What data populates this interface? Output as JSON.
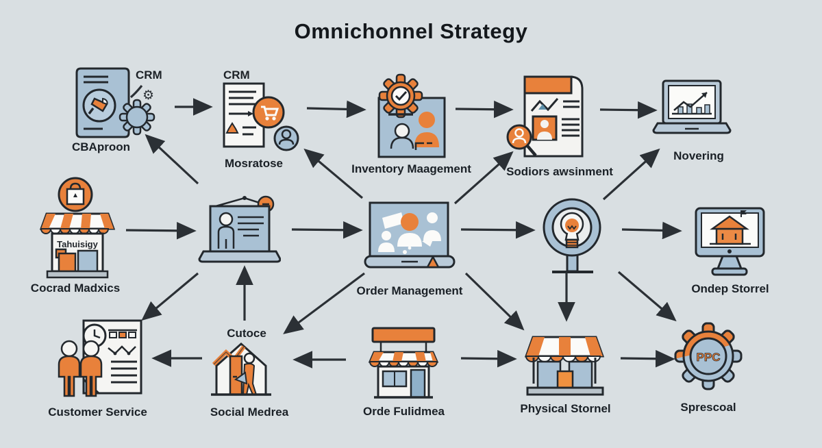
{
  "title": "Omnichonnel Strategy",
  "colors": {
    "background": "#d9dfe2",
    "orange": "#e8813b",
    "steel": "#a9c1d4",
    "outline": "#23282d",
    "text": "#1a2026"
  },
  "icons": {
    "gear_glyph": "⚙"
  },
  "nodes": {
    "crm_doc": {
      "label": "CBAproon",
      "tag": "CRM"
    },
    "crm_cart": {
      "label": "Mosratose",
      "tag": "CRM"
    },
    "inventory": {
      "label": "Inventory Maagement"
    },
    "assessment": {
      "label": "Sodiors awsinment"
    },
    "analytics": {
      "label": "Novering"
    },
    "store_left": {
      "label": "Cocrad Madxics",
      "sign": "Tahuisigy"
    },
    "presentation": {
      "label": "Cutoce"
    },
    "order": {
      "label": "Order Management"
    },
    "online_store": {
      "label": "Ondep Storrel"
    },
    "customer_service": {
      "label": "Customer Service"
    },
    "social": {
      "label": "Social Medrea"
    },
    "fulfillment": {
      "label": "Orde Fulidmea"
    },
    "physical": {
      "label": "Physical Stornel"
    },
    "ppc": {
      "label": "Sprescoal",
      "badge": "PPC"
    }
  }
}
